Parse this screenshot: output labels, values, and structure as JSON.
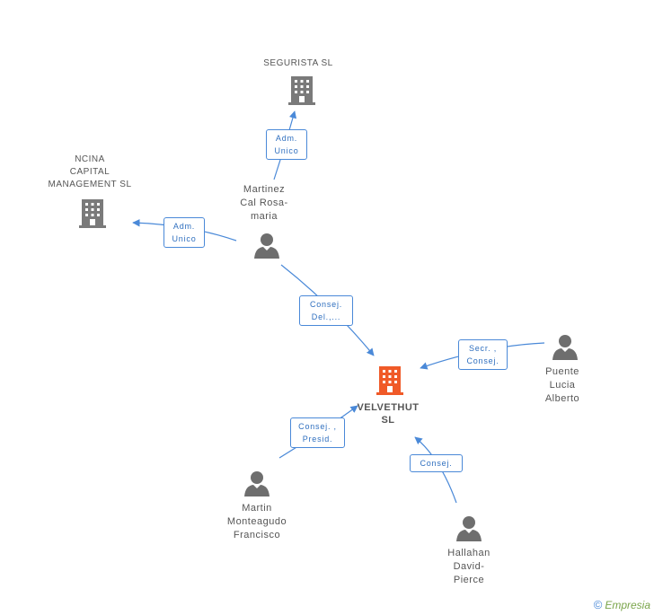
{
  "nodes": {
    "segurista": {
      "label": "SEGURISTA SL"
    },
    "ncina": {
      "label_lines": [
        "NCINA",
        "CAPITAL",
        "MANAGEMENT SL"
      ]
    },
    "velvethut": {
      "label_lines": [
        "VELVETHUT",
        "SL"
      ]
    },
    "martinez": {
      "label_lines": [
        "Martinez",
        "Cal Rosa-",
        "maria"
      ]
    },
    "puente": {
      "label_lines": [
        "Puente",
        "Lucia",
        "Alberto"
      ]
    },
    "martin": {
      "label_lines": [
        "Martin",
        "Monteagudo",
        "Francisco"
      ]
    },
    "hallahan": {
      "label_lines": [
        "Hallahan",
        "David-",
        "Pierce"
      ]
    }
  },
  "edges": {
    "adm_segurista": [
      "Adm.",
      "Unico"
    ],
    "adm_ncina": [
      "Adm.",
      "Unico"
    ],
    "consej_del": [
      "Consej.",
      "Del.,..."
    ],
    "secr_consej": [
      "Secr. ,",
      "Consej."
    ],
    "consej_presid": [
      "Consej. ,",
      "Presid."
    ],
    "consej": [
      "Consej."
    ]
  },
  "colors": {
    "edge": "#4a89d8",
    "company_icon": "#7a7a7a",
    "main_company_icon": "#f05a28",
    "person_icon": "#6e6e6e"
  },
  "watermark": {
    "symbol": "©",
    "brand": "Empresia"
  }
}
